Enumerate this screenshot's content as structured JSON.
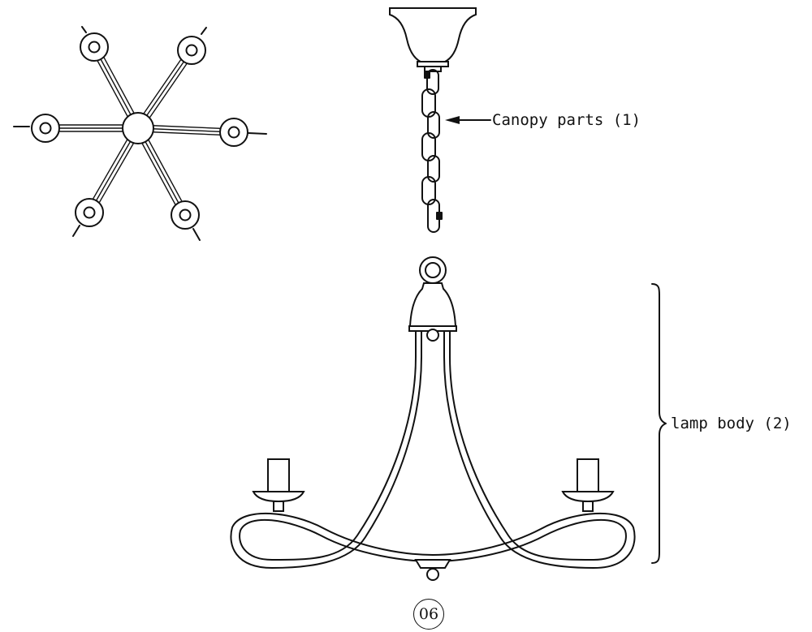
{
  "callouts": {
    "canopy": "Canopy parts (1)",
    "lamp_body": "lamp body (2)"
  },
  "figure": {
    "number": "06"
  }
}
